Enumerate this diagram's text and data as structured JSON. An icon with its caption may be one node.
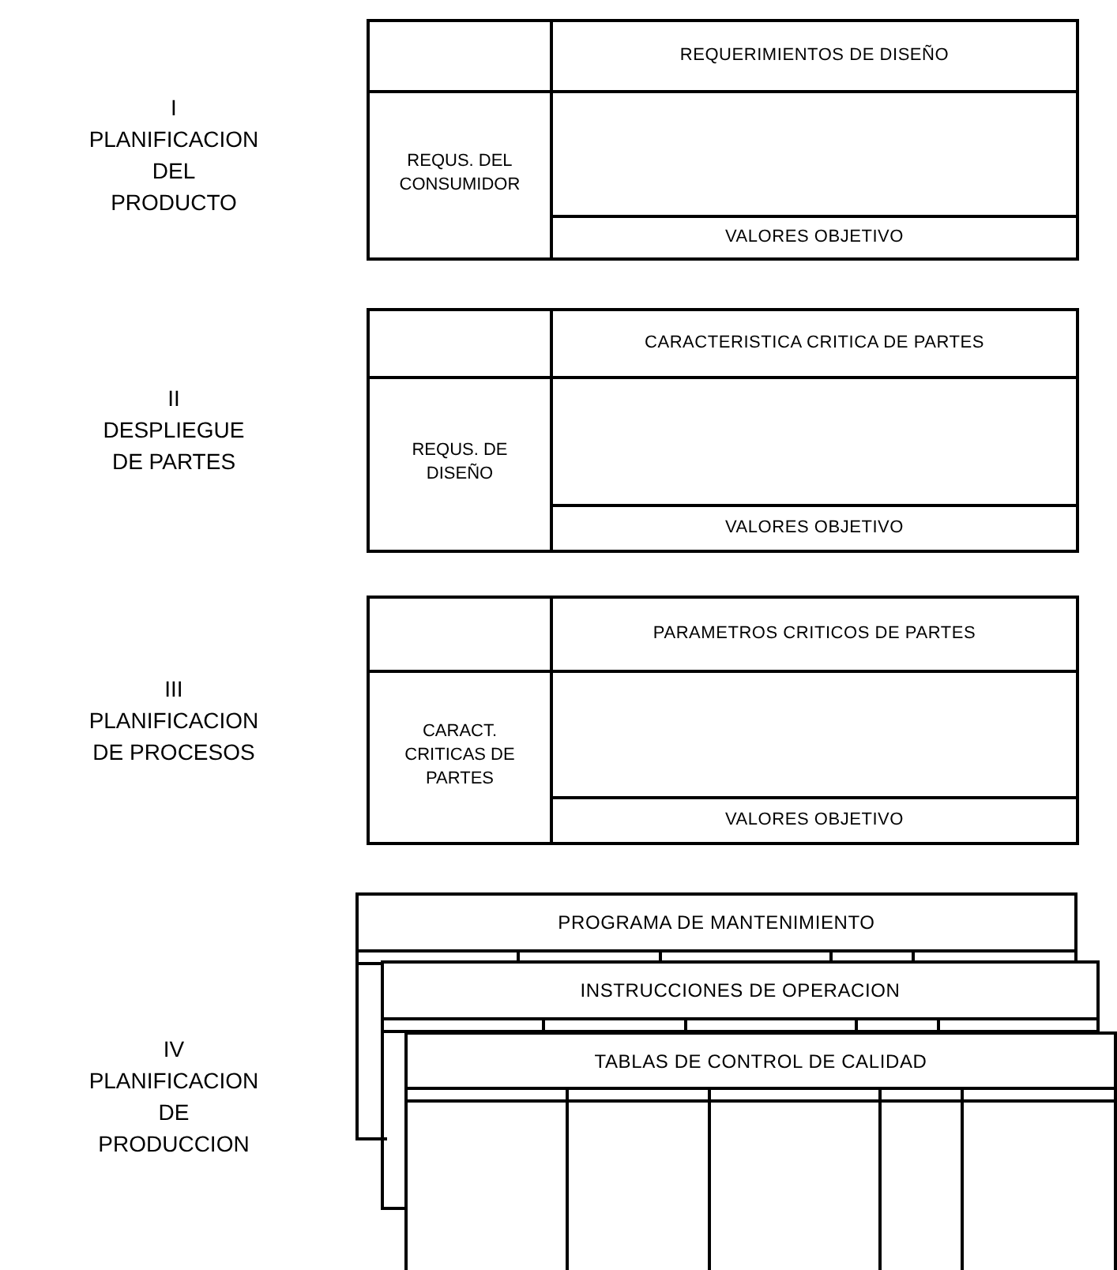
{
  "diagram": {
    "nodes": [
      {
        "text": [
          "REQUERIMIENTOS DE DISEÑO",
          "REQUS. DEL CONSUMIDOR",
          "VALORES OBJETIVO"
        ],
        "beside": [
          "I",
          "PLANIFICACION DEL PRODUCTO"
        ]
      },
      {
        "text": [
          "CARACTERISTICA CRITICA DE PARTES",
          "REQUS. DE DISEÑO",
          "VALORES OBJETIVO"
        ],
        "beside": [
          "II",
          "DESPLIEGUE DE PARTES"
        ]
      },
      {
        "text": [
          "PARAMETROS CRITICOS DE PARTES",
          "CARACT. CRITICAS DE PARTES",
          "VALORES OBJETIVO"
        ],
        "beside": [
          "III",
          "PLANIFICACION DE PROCESOS"
        ]
      },
      {
        "text": [
          "PROGRAMA DE MANTENIMIENTO"
        ],
        "beside": [
          "IV",
          "PLANIFICACION DE PRODUCCION"
        ]
      },
      {
        "text": [
          "INSTRUCCIONES DE OPERACION"
        ]
      },
      {
        "text": [
          "TABLAS DE CONTROL DE CALIDAD"
        ]
      }
    ]
  }
}
